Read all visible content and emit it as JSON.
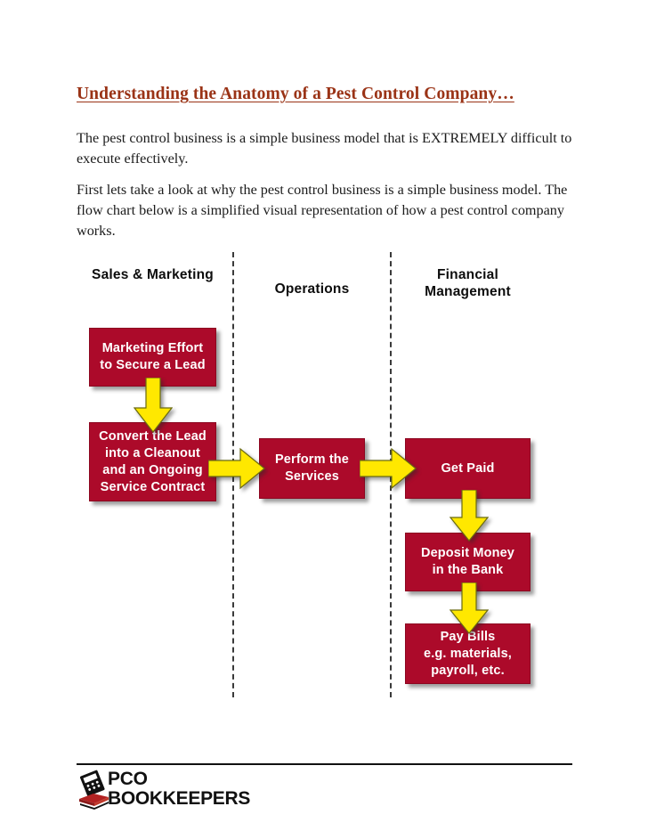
{
  "document": {
    "title": "Understanding the Anatomy of a Pest Control Company…",
    "paragraphs": [
      "The pest control business is a simple business model that is EXTREMELY difficult to execute effectively.",
      "First lets take a look at why the pest control business is a simple business model. The flow chart below is a simplified visual representation of how a pest control company works."
    ]
  },
  "flowchart": {
    "columns": [
      {
        "id": "sales-marketing",
        "label": "Sales &\nMarketing"
      },
      {
        "id": "operations",
        "label": "Operations"
      },
      {
        "id": "financial-management",
        "label": "Financial\nManagement"
      }
    ],
    "boxes": [
      {
        "id": "marketing-effort",
        "label": "Marketing Effort\nto Secure a Lead",
        "column": "sales-marketing"
      },
      {
        "id": "convert-lead",
        "label": "Convert the Lead\ninto a Cleanout\nand an Ongoing\nService Contract",
        "column": "sales-marketing"
      },
      {
        "id": "perform-services",
        "label": "Perform the\nServices",
        "column": "operations"
      },
      {
        "id": "get-paid",
        "label": "Get Paid",
        "column": "financial-management"
      },
      {
        "id": "deposit-money",
        "label": "Deposit Money\nin the Bank",
        "column": "financial-management"
      },
      {
        "id": "pay-bills",
        "label": "Pay Bills\ne.g. materials,\npayroll, etc.",
        "column": "financial-management"
      }
    ],
    "arrows": [
      {
        "id": "marketing-to-convert",
        "direction": "down"
      },
      {
        "id": "convert-to-perform",
        "direction": "right"
      },
      {
        "id": "perform-to-getpaid",
        "direction": "right"
      },
      {
        "id": "getpaid-to-deposit",
        "direction": "down"
      },
      {
        "id": "deposit-to-paybills",
        "direction": "down"
      }
    ],
    "colors": {
      "box_fill": "#ac0a2a",
      "box_text": "#ffffff",
      "arrow_fill": "#ffe800",
      "arrow_stroke": "#5a5a00",
      "divider": "#3a3a3a",
      "heading": "#9a3316"
    }
  },
  "footer": {
    "logo_text": "PCO\nBOOKKEEPERS",
    "logo_mark_name": "calculator-and-ledger-books"
  }
}
